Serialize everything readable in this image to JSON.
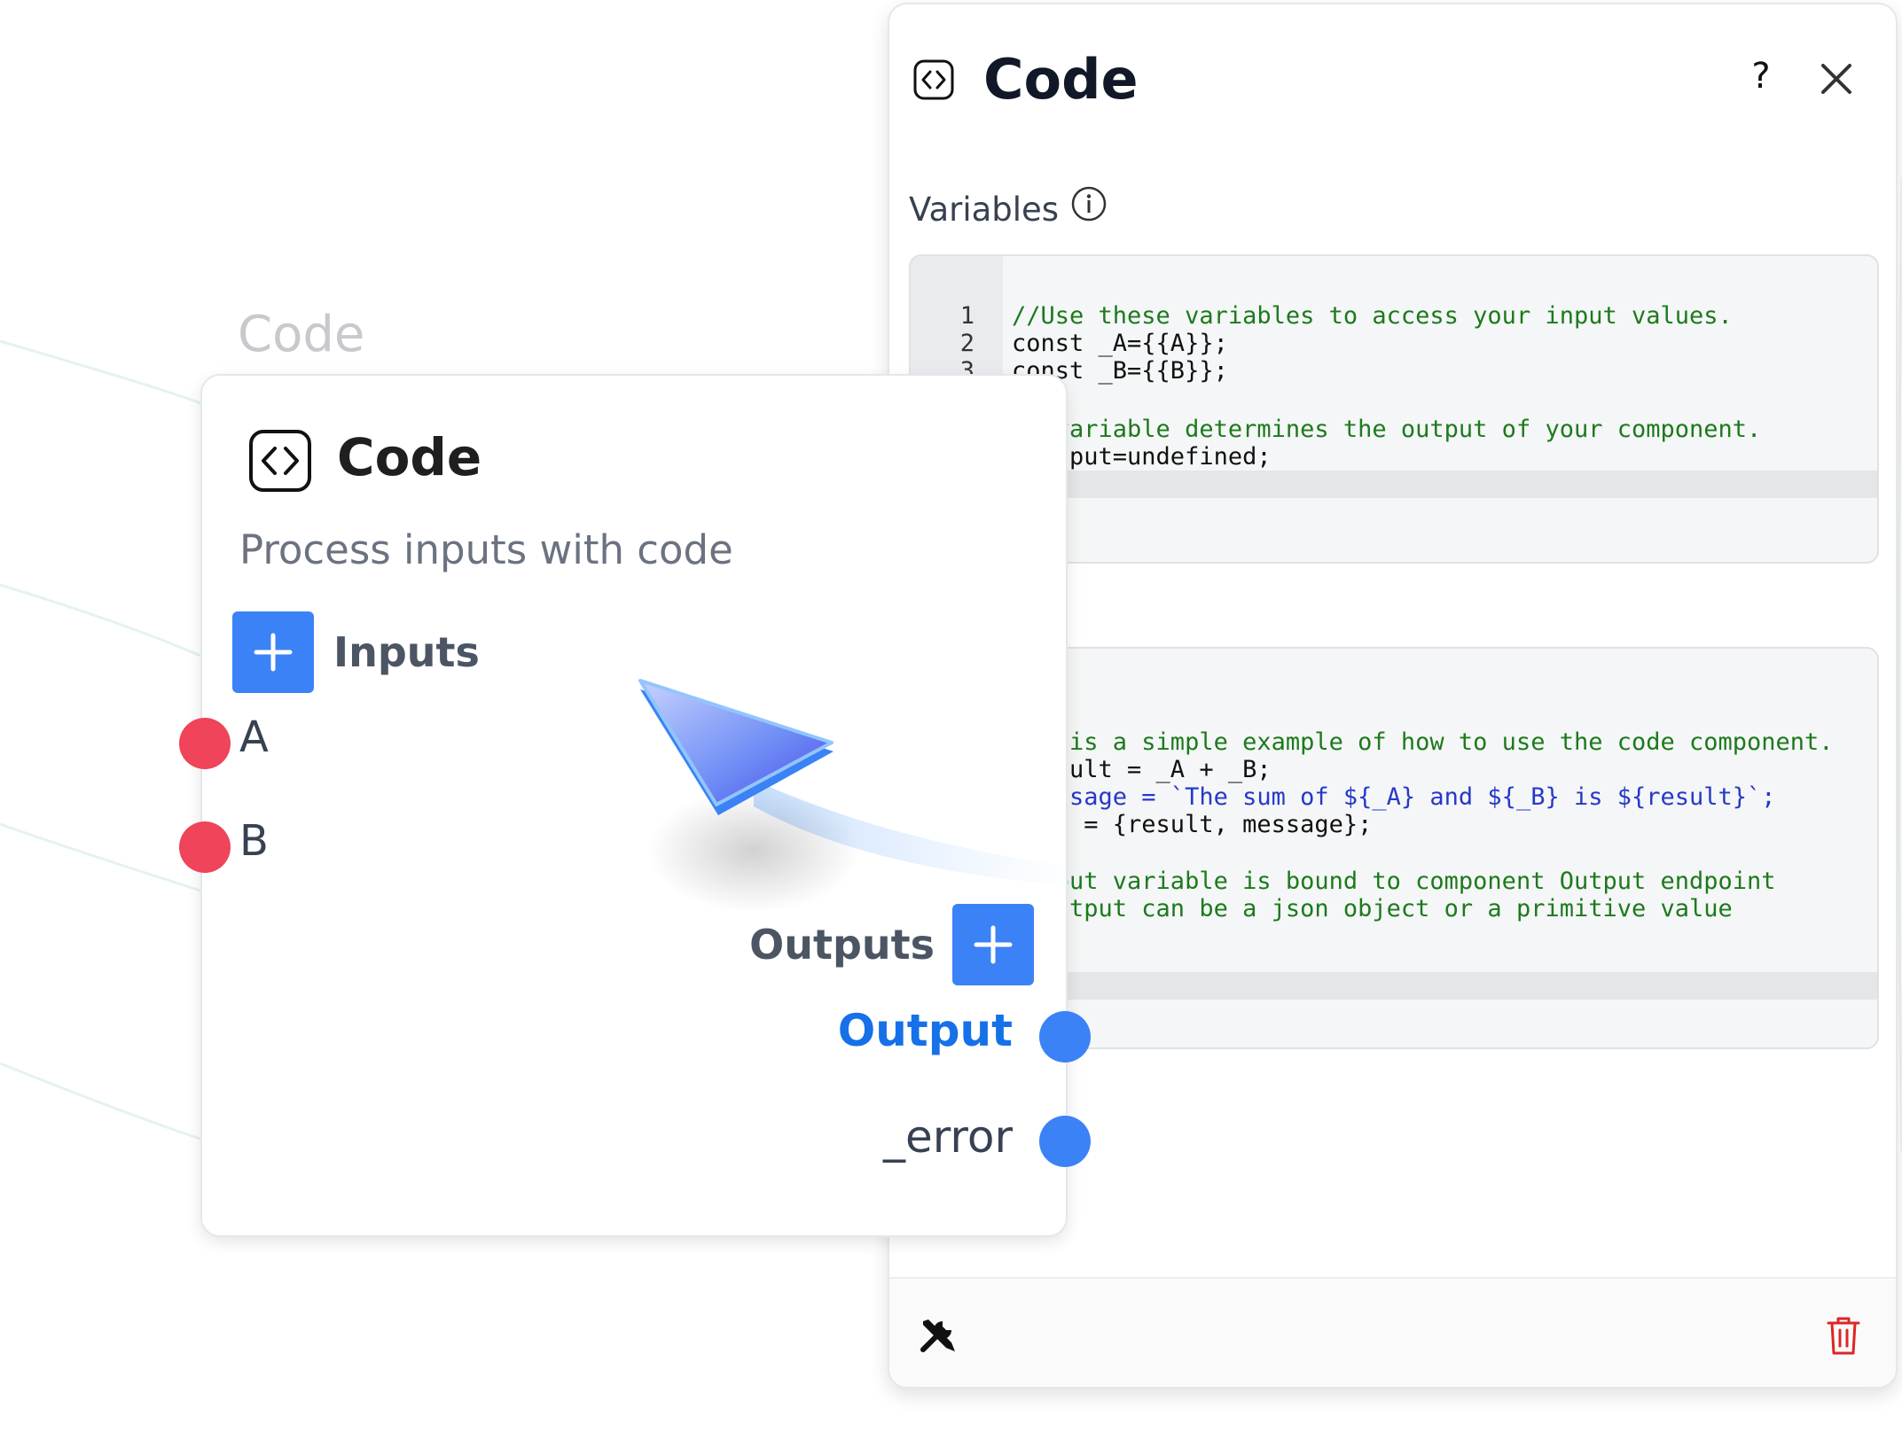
{
  "canvas": {
    "node_caption": "Code"
  },
  "node": {
    "title": "Code",
    "icon": "code-brackets-icon",
    "description": "Process inputs with code",
    "inputs_label": "Inputs",
    "outputs_label": "Outputs",
    "inputs": [
      {
        "label": "A",
        "color": "#ef4459"
      },
      {
        "label": "B",
        "color": "#ef4459"
      }
    ],
    "outputs": [
      {
        "label": "Output",
        "color": "#3b82f6"
      },
      {
        "label": "_error",
        "color": "#3b82f6"
      }
    ]
  },
  "panel": {
    "title": "Code",
    "icon": "code-brackets-icon",
    "help_label": "?",
    "variables_label": "Variables",
    "editor1": {
      "line_numbers": [
        "1",
        "2",
        "3"
      ],
      "lines": [
        "//Use these variables to access your input values.",
        "const _A={{A}};",
        "const _B={{B}};",
        "is variable determines the output of your component.",
        "_output=undefined;"
      ]
    },
    "editor2": {
      "lines": [
        "his is a simple example of how to use the code component.",
        " result = _A + _B;",
        " message = `The sum of ${_A} and ${_B} is ${result}`;",
        "tput = {result, message};",
        "output variable is bound to component Output endpoint",
        " _output can be a json object or a primitive value"
      ]
    },
    "footer": {
      "tools_icon": "tools-icon",
      "trash_icon": "trash-icon",
      "trash_color": "#dc2626"
    }
  },
  "colors": {
    "accent": "#3b82f6",
    "input_port": "#ef4459",
    "output_active": "#1670e8"
  }
}
